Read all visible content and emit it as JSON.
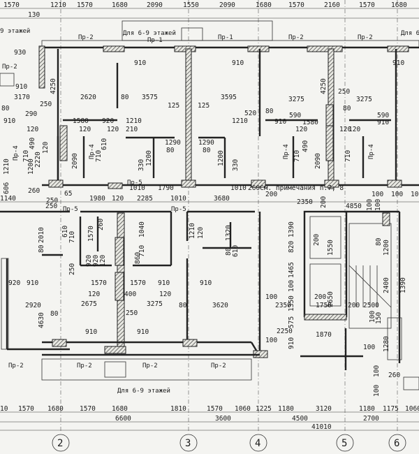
{
  "top_overall_dims": [
    "1570",
    "1210",
    "1570",
    "1680",
    "2090",
    "1550",
    "2090",
    "1680",
    "1570",
    "2160",
    "1570",
    "1680"
  ],
  "top_dims": [
    {
      "t": "130"
    },
    {
      "t": "930"
    },
    {
      "t": "910"
    },
    {
      "t": "3170"
    },
    {
      "t": "910"
    },
    {
      "t": "910"
    },
    {
      "t": "910"
    },
    {
      "t": "4250"
    },
    {
      "t": "2620"
    },
    {
      "t": "80"
    },
    {
      "t": "3575"
    },
    {
      "t": "125"
    },
    {
      "t": "125"
    },
    {
      "t": "3595"
    },
    {
      "t": "80"
    },
    {
      "t": "4250"
    },
    {
      "t": "250"
    },
    {
      "t": "3275"
    },
    {
      "t": "80"
    },
    {
      "t": "3275"
    },
    {
      "t": "250"
    },
    {
      "t": "290"
    },
    {
      "t": "1580"
    },
    {
      "t": "920"
    },
    {
      "t": "1210"
    },
    {
      "t": "210"
    },
    {
      "t": "520"
    },
    {
      "t": "590"
    },
    {
      "t": "1580"
    },
    {
      "t": "590"
    },
    {
      "t": "80"
    },
    {
      "t": "910"
    },
    {
      "t": "120"
    },
    {
      "t": "120"
    },
    {
      "t": "120"
    },
    {
      "t": "1210"
    },
    {
      "t": "910"
    },
    {
      "t": "120"
    },
    {
      "t": "120"
    },
    {
      "t": "910"
    },
    {
      "t": "120"
    },
    {
      "t": "1290"
    },
    {
      "t": "1290"
    },
    {
      "t": "80"
    },
    {
      "t": "80"
    },
    {
      "t": "1200"
    },
    {
      "t": "1200"
    },
    {
      "t": "330"
    },
    {
      "t": "330"
    },
    {
      "t": "710"
    },
    {
      "t": "1200"
    },
    {
      "t": "2220"
    },
    {
      "t": "490"
    },
    {
      "t": "120"
    },
    {
      "t": "2090"
    },
    {
      "t": "710"
    },
    {
      "t": "610"
    },
    {
      "t": "710"
    },
    {
      "t": "490"
    },
    {
      "t": "2090"
    },
    {
      "t": "710"
    },
    {
      "t": "1210"
    },
    {
      "t": "606"
    },
    {
      "t": "260"
    },
    {
      "t": "1010"
    },
    {
      "t": "1790"
    },
    {
      "t": "1010"
    },
    {
      "t": "260"
    },
    {
      "t": "65"
    },
    {
      "t": "250"
    }
  ],
  "mid_dims": [
    {
      "t": "1140"
    },
    {
      "t": "250"
    },
    {
      "t": "1980"
    },
    {
      "t": "120"
    },
    {
      "t": "2285"
    },
    {
      "t": "1010"
    },
    {
      "t": "3680"
    },
    {
      "t": "200"
    },
    {
      "t": "2350"
    },
    {
      "t": "200"
    },
    {
      "t": "4850"
    },
    {
      "t": "100"
    },
    {
      "t": "100"
    },
    {
      "t": "100"
    },
    {
      "t": "100"
    },
    {
      "t": "100"
    }
  ],
  "low_dims": [
    {
      "t": "2010"
    },
    {
      "t": "80"
    },
    {
      "t": "610"
    },
    {
      "t": "1570"
    },
    {
      "t": "260"
    },
    {
      "t": "1040"
    },
    {
      "t": "710"
    },
    {
      "t": "710"
    },
    {
      "t": "1210"
    },
    {
      "t": "120"
    },
    {
      "t": "1320"
    },
    {
      "t": "1390"
    },
    {
      "t": "920"
    },
    {
      "t": "250"
    },
    {
      "t": "920"
    },
    {
      "t": "120"
    },
    {
      "t": "860"
    },
    {
      "t": "80"
    },
    {
      "t": "610"
    },
    {
      "t": "1550"
    },
    {
      "t": "1200"
    },
    {
      "t": "80"
    },
    {
      "t": "920"
    },
    {
      "t": "910"
    },
    {
      "t": "1570"
    },
    {
      "t": "1570"
    },
    {
      "t": "910"
    },
    {
      "t": "910"
    },
    {
      "t": "1465"
    },
    {
      "t": "820"
    },
    {
      "t": "200"
    },
    {
      "t": "2920"
    },
    {
      "t": "2675"
    },
    {
      "t": "3275"
    },
    {
      "t": "3620"
    },
    {
      "t": "2350"
    },
    {
      "t": "1750"
    },
    {
      "t": "2500"
    },
    {
      "t": "2400"
    },
    {
      "t": "1390"
    },
    {
      "t": "4630"
    },
    {
      "t": "120"
    },
    {
      "t": "400"
    },
    {
      "t": "250"
    },
    {
      "t": "120"
    },
    {
      "t": "80"
    },
    {
      "t": "100"
    },
    {
      "t": "100"
    },
    {
      "t": "1350"
    },
    {
      "t": "2650"
    },
    {
      "t": "575"
    },
    {
      "t": "80"
    },
    {
      "t": "200"
    },
    {
      "t": "200"
    },
    {
      "t": "150"
    },
    {
      "t": "100"
    },
    {
      "t": "910"
    },
    {
      "t": "910"
    },
    {
      "t": "2250"
    },
    {
      "t": "1870"
    },
    {
      "t": "100"
    },
    {
      "t": "910"
    },
    {
      "t": "100"
    },
    {
      "t": "1280"
    },
    {
      "t": "100"
    },
    {
      "t": "260"
    },
    {
      "t": "100"
    }
  ],
  "bottom_dims": [
    {
      "t": "10"
    },
    {
      "t": "1570"
    },
    {
      "t": "1680"
    },
    {
      "t": "1570"
    },
    {
      "t": "1680"
    },
    {
      "t": "1810"
    },
    {
      "t": "1570"
    },
    {
      "t": "1060"
    },
    {
      "t": "1225"
    },
    {
      "t": "1180"
    },
    {
      "t": "3120"
    },
    {
      "t": "1180"
    },
    {
      "t": "1175"
    },
    {
      "t": "1060"
    },
    {
      "t": "6600"
    },
    {
      "t": "3600"
    },
    {
      "t": "4500"
    },
    {
      "t": "2700"
    },
    {
      "t": "41010"
    }
  ],
  "labels": {
    "floors_6_9_top": "Для 6-9 этажей",
    "floors_6_9_left": "9 этажей",
    "floors_6_9_right": "Для 6",
    "floors_6_9_bottom": "Для 6-9 этажей",
    "note": "См. примечания п.7; 8",
    "pr1": "Пр-1",
    "pr2": "Пр-2",
    "pr4": "Пр-4",
    "pr5": "Пр-5"
  },
  "axes": [
    "2",
    "3",
    "4",
    "5",
    "6"
  ]
}
